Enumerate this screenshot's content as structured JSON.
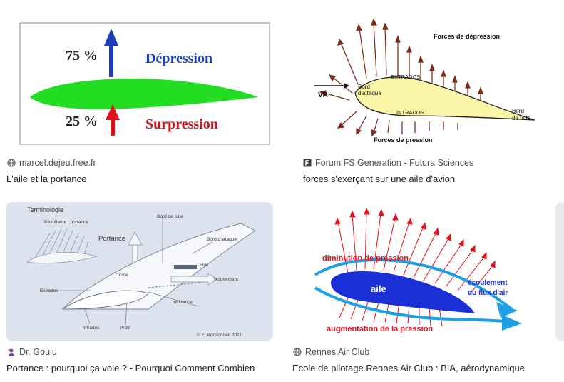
{
  "results": [
    {
      "source": "marcel.dejeu.free.fr",
      "favicon": "globe-icon",
      "caption": "L'aile et la portance",
      "image": {
        "top_value": "75 %",
        "top_label": "Dépression",
        "bottom_value": "25 %",
        "bottom_label": "Surpression"
      }
    },
    {
      "source": "Forum FS Generation - Futura Sciences",
      "favicon": "f-square-icon",
      "caption": "forces s'exerçant sur une aile d'avion",
      "image": {
        "top_label": "Forces de dépression",
        "bottom_label": "Forces de pression",
        "extrados": "EXTRADOS",
        "intrados": "INTRADOS",
        "leading_edge_1": "Bord",
        "leading_edge_2": "d'attaque",
        "trailing_edge_1": "Bord",
        "trailing_edge_2": "de fuite",
        "velocity": "VR"
      }
    },
    {
      "source": "Dr. Goulu",
      "favicon": "goulu-icon",
      "caption": "Portance : pourquoi ça vole ? - Pourquoi Comment Combien",
      "image": {
        "title": "Terminologie",
        "resultante": "Résultante : portance",
        "portance": "Portance",
        "bord_fuite": "Bord de fuite",
        "bord_attaque": "Bord d'attaque",
        "flux": "Flux",
        "corde": "Corde",
        "mouvement": "Mouvement",
        "extrados": "Extrados",
        "incidence": "Incidence",
        "intrados": "Intrados",
        "profil": "Profil",
        "credit": "© F. Monsonnec 2011"
      }
    },
    {
      "source": "Rennes Air Club",
      "favicon": "globe-icon",
      "caption": "Ecole de pilotage Rennes Air Club : BIA, aérodynamique",
      "image": {
        "top_label": "diminution de pression",
        "wing_label": "aile",
        "flow_1": "écoulement",
        "flow_2": "du flux d'air",
        "bottom_label": "augmentation de la pression"
      }
    }
  ],
  "colors": {
    "source_text": "#4d5156",
    "caption_text": "#202124",
    "thumb_bg": "#f1f3f4",
    "wing_green": "#22dd22",
    "arrow_blue": "#1a3fb8",
    "arrow_red": "#e3111b",
    "wing_yellow": "#fbf6a8",
    "flow_blue": "#1ea0e6",
    "wing_dark_blue": "#1a2fd6"
  }
}
